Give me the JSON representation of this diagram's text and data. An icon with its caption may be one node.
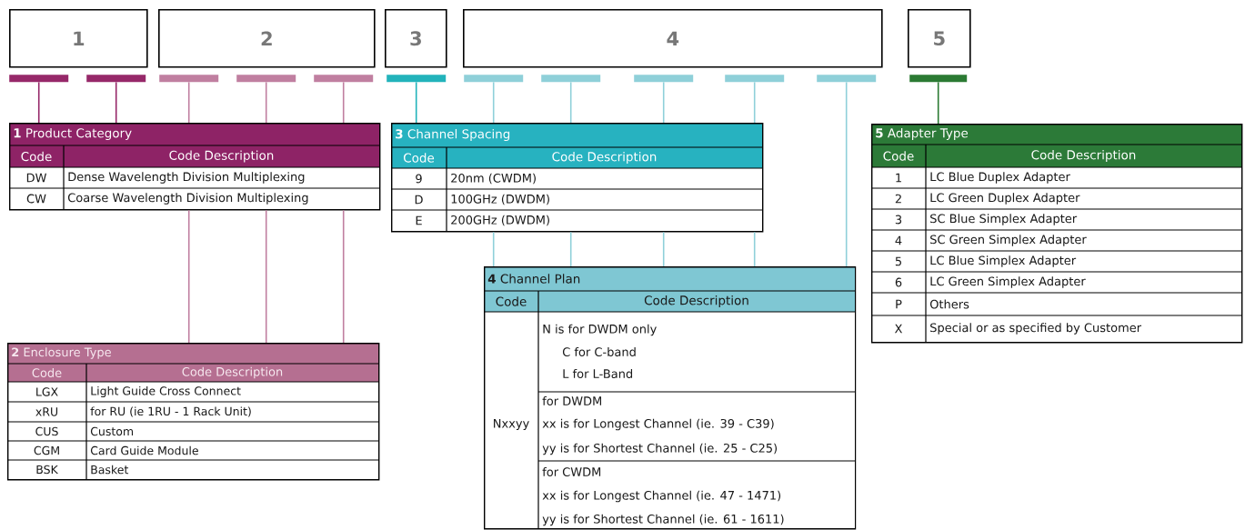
{
  "diagram": {
    "nodes": [
      {
        "text": [
          "1"
        ]
      },
      {
        "text": [
          "2"
        ]
      },
      {
        "text": [
          "3"
        ]
      },
      {
        "text": [
          "4"
        ]
      },
      {
        "text": [
          "5"
        ]
      },
      {
        "text": [],
        "shape": "bar"
      },
      {
        "text": [],
        "shape": "bar"
      },
      {
        "text": [],
        "shape": "bar"
      },
      {
        "text": [],
        "shape": "bar"
      },
      {
        "text": [],
        "shape": "bar"
      },
      {
        "text": [],
        "shape": "bar"
      },
      {
        "text": [],
        "shape": "bar"
      },
      {
        "text": [],
        "shape": "bar"
      },
      {
        "text": [],
        "shape": "bar"
      },
      {
        "text": [],
        "shape": "bar"
      },
      {
        "text": [],
        "shape": "bar"
      },
      {
        "text": [],
        "shape": "bar"
      },
      {
        "text": [
          "**1** Product Category",
          "Code",
          "Code Description",
          "DW",
          "Dense Wavelength Division Multiplexing",
          "CW",
          "Coarse Wavelength Division Multiplexing"
        ]
      },
      {
        "text": [
          "**2** Enclosure Type",
          "Code",
          "Code Description",
          "LGX",
          "Light Guide Cross Connect",
          "xRU",
          "for RU (ie 1RU - 1 Rack Unit)",
          "CUS",
          "Custom",
          "CGM",
          "Card Guide Module",
          "BSK",
          "Basket"
        ]
      },
      {
        "text": [
          "**3** Channel Spacing",
          "Code",
          "Code Description",
          "9",
          "20nm (CWDM)",
          "D",
          "100GHz (DWDM)",
          "E",
          "200GHz (DWDM)"
        ]
      },
      {
        "text": [
          "**4** Channel Plan",
          "Code",
          "Code Description",
          "Nxxyy",
          "N is for DWDM only",
          "C for C-band",
          "L for L-Band",
          "for DWDM",
          "xx is for Longest Channel (ie. 39 - C39)",
          "yy is for Shortest Channel (ie. 25 - C25)",
          "for CWDM",
          "xx is for Longest Channel (ie. 47 - 1471)",
          "yy is for Shortest Channel (ie. 61 - 1611)"
        ]
      },
      {
        "text": [
          "**5** Adapter Type",
          "Code",
          "Code Description",
          "1",
          "LC Blue Duplex Adapter",
          "2",
          "LC Green Duplex Adapter",
          "3",
          "SC Blue Simplex Adapter",
          "4",
          "SC Green Simplex Adapter",
          "5",
          "LC Blue Simplex Adapter",
          "6",
          "LC Green Simplex Adapter",
          "P",
          "Others",
          "X",
          "Special or as specified by Customer"
        ]
      }
    ],
    "edges": [
      {
        "from": 5,
        "to": 17,
        "arrow": "none",
        "color": "#962869"
      },
      {
        "from": 6,
        "to": 17,
        "arrow": "none",
        "color": "#962869"
      },
      {
        "from": 7,
        "to": 17,
        "arrow": "none",
        "color": "#c07fa0"
      },
      {
        "from": 8,
        "to": 17,
        "arrow": "none",
        "color": "#c07fa0"
      },
      {
        "from": 9,
        "to": 17,
        "arrow": "none",
        "color": "#c07fa0"
      },
      {
        "from": 17,
        "to": 18,
        "arrow": "none",
        "color": "#c07fa0"
      },
      {
        "from": 17,
        "to": 18,
        "arrow": "none",
        "color": "#c07fa0"
      },
      {
        "from": 17,
        "to": 18,
        "arrow": "none",
        "color": "#c07fa0"
      },
      {
        "from": 10,
        "to": 19,
        "arrow": "none",
        "color": "#22b3bb"
      },
      {
        "from": 11,
        "to": 19,
        "arrow": "none"
      },
      {
        "from": 12,
        "to": 19,
        "arrow": "none"
      },
      {
        "from": 13,
        "to": 19,
        "arrow": "none"
      },
      {
        "from": 14,
        "to": 19,
        "arrow": "none"
      },
      {
        "from": 19,
        "to": 20,
        "arrow": "none"
      },
      {
        "from": 19,
        "to": 20,
        "arrow": "none"
      },
      {
        "from": 19,
        "to": 20,
        "arrow": "none"
      },
      {
        "from": 19,
        "to": 20,
        "arrow": "none"
      },
      {
        "from": 15,
        "to": 20,
        "arrow": "none"
      },
      {
        "from": 16,
        "to": 21,
        "arrow": "none",
        "color": "#2b7a33"
      }
    ]
  }
}
